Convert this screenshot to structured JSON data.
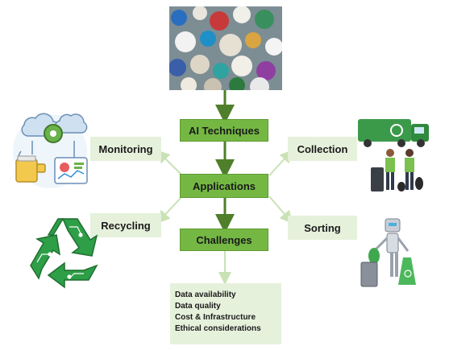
{
  "center": {
    "ai_techniques": "AI Techniques",
    "applications": "Applications",
    "challenges": "Challenges"
  },
  "left": {
    "monitoring": "Monitoring",
    "recycling": "Recycling"
  },
  "right": {
    "collection": "Collection",
    "sorting": "Sorting"
  },
  "challenges_list": [
    "Data availability",
    "Data quality",
    "Cost & Infrastructure",
    "Ethical considerations"
  ],
  "icons": {
    "waste_photo": "plastic-waste-pile",
    "monitoring": "iot-monitoring-dashboard-icon",
    "recycling": "circuit-recycle-symbol-icon",
    "collection": "garbage-truck-with-workers-icon",
    "sorting": "robot-sorting-waste-icon"
  },
  "colors": {
    "box_green": "#74b843",
    "box_light": "#e6f1dc",
    "arrow_dark": "#4f7f2a",
    "arrow_light": "#c9e2b5"
  }
}
